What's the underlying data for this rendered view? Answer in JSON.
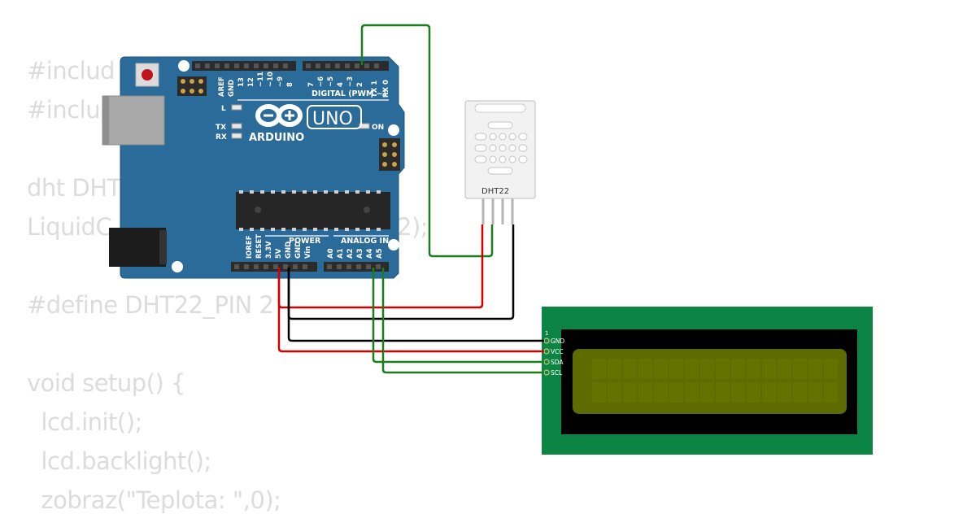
{
  "code_lines": [
    "#includ",
    "#inclu",
    "",
    "dht DHT",
    "LiquidC",
    "",
    "#define DHT22_PIN 2",
    "",
    "void setup() {",
    "  lcd.init();",
    "  lcd.backlight();",
    "  zobraz(\"Teplota: \",0);"
  ],
  "code_fragments": {
    "lcd_tail": "2);"
  },
  "arduino": {
    "logo_text": "ARDUINO",
    "model": "UNO",
    "digital_header": "DIGITAL (PWM ~)",
    "power_header": "POWER",
    "analog_header": "ANALOG IN",
    "led_l": "L",
    "led_tx": "TX",
    "led_rx": "RX",
    "led_on": "ON",
    "digital_pins": [
      "AREF",
      "GND",
      "13",
      "12",
      "~11",
      "~10",
      "~9",
      "8",
      "7",
      "~6",
      "~5",
      "4",
      "~3",
      "2",
      "TX 1",
      "RX 0"
    ],
    "power_pins": [
      "IOREF",
      "RESET",
      "3.3V",
      "5V",
      "GND",
      "GND",
      "Vin"
    ],
    "analog_pins": [
      "A0",
      "A1",
      "A2",
      "A3",
      "A4",
      "A5"
    ]
  },
  "dht22": {
    "label": "DHT22"
  },
  "lcd": {
    "pin1_marker": "1",
    "pins": [
      "GND",
      "VCC",
      "SDA",
      "SCL"
    ]
  },
  "colors": {
    "board": "#2b6b9a",
    "wire_green": "#1a7f1a",
    "wire_red": "#d40000",
    "wire_black": "#000000",
    "lcd_pcb": "#0c8544",
    "lcd_screen": "#5e6b00",
    "code_text": "#dcdcdc"
  }
}
